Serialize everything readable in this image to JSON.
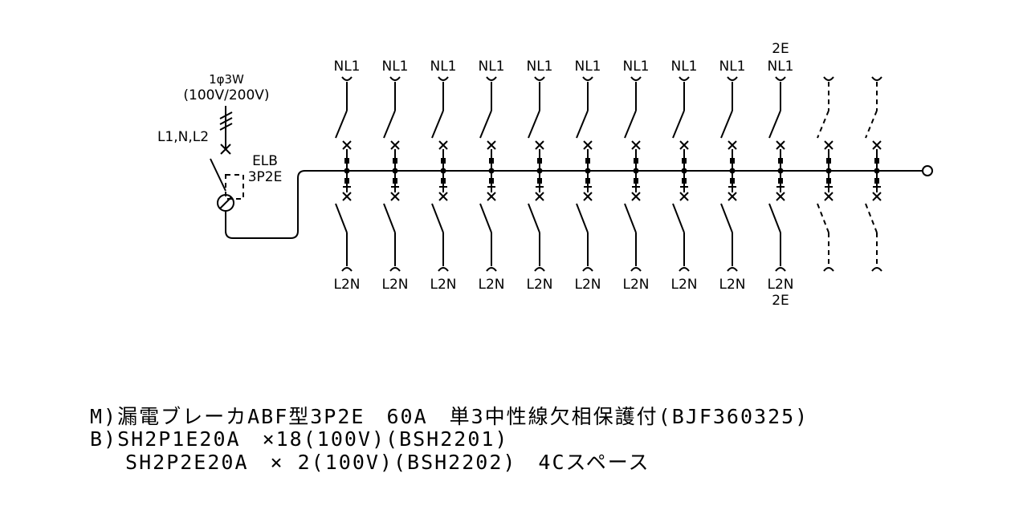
{
  "main_breaker": {
    "supply_label": "1φ3W",
    "voltage_label": "(100V/200V)",
    "lines_label": "L1,N,L2",
    "type_label": "ELB",
    "poles_label": "3P2E"
  },
  "branches": [
    {
      "top": "NL1",
      "bottom": "L2N",
      "spare": false
    },
    {
      "top": "NL1",
      "bottom": "L2N",
      "spare": false
    },
    {
      "top": "NL1",
      "bottom": "L2N",
      "spare": false
    },
    {
      "top": "NL1",
      "bottom": "L2N",
      "spare": false
    },
    {
      "top": "NL1",
      "bottom": "L2N",
      "spare": false
    },
    {
      "top": "NL1",
      "bottom": "L2N",
      "spare": false
    },
    {
      "top": "NL1",
      "bottom": "L2N",
      "spare": false
    },
    {
      "top": "NL1",
      "bottom": "L2N",
      "spare": false
    },
    {
      "top": "NL1",
      "bottom": "L2N",
      "spare": false
    },
    {
      "top": "NL1",
      "top_extra": "2E",
      "bottom": "L2N",
      "bottom_extra": "2E",
      "spare": false
    },
    {
      "top": "",
      "bottom": "",
      "spare": true
    },
    {
      "top": "",
      "bottom": "",
      "spare": true
    }
  ],
  "notes": [
    "M)漏電ブレーカABF型3P2E　60A　単3中性線欠相保護付(BJF360325)",
    "B)SH2P1E20A　×18(100V)(BSH2201)",
    "　 SH2P2E20A　× 2(100V)(BSH2202)　4Cスペース"
  ]
}
